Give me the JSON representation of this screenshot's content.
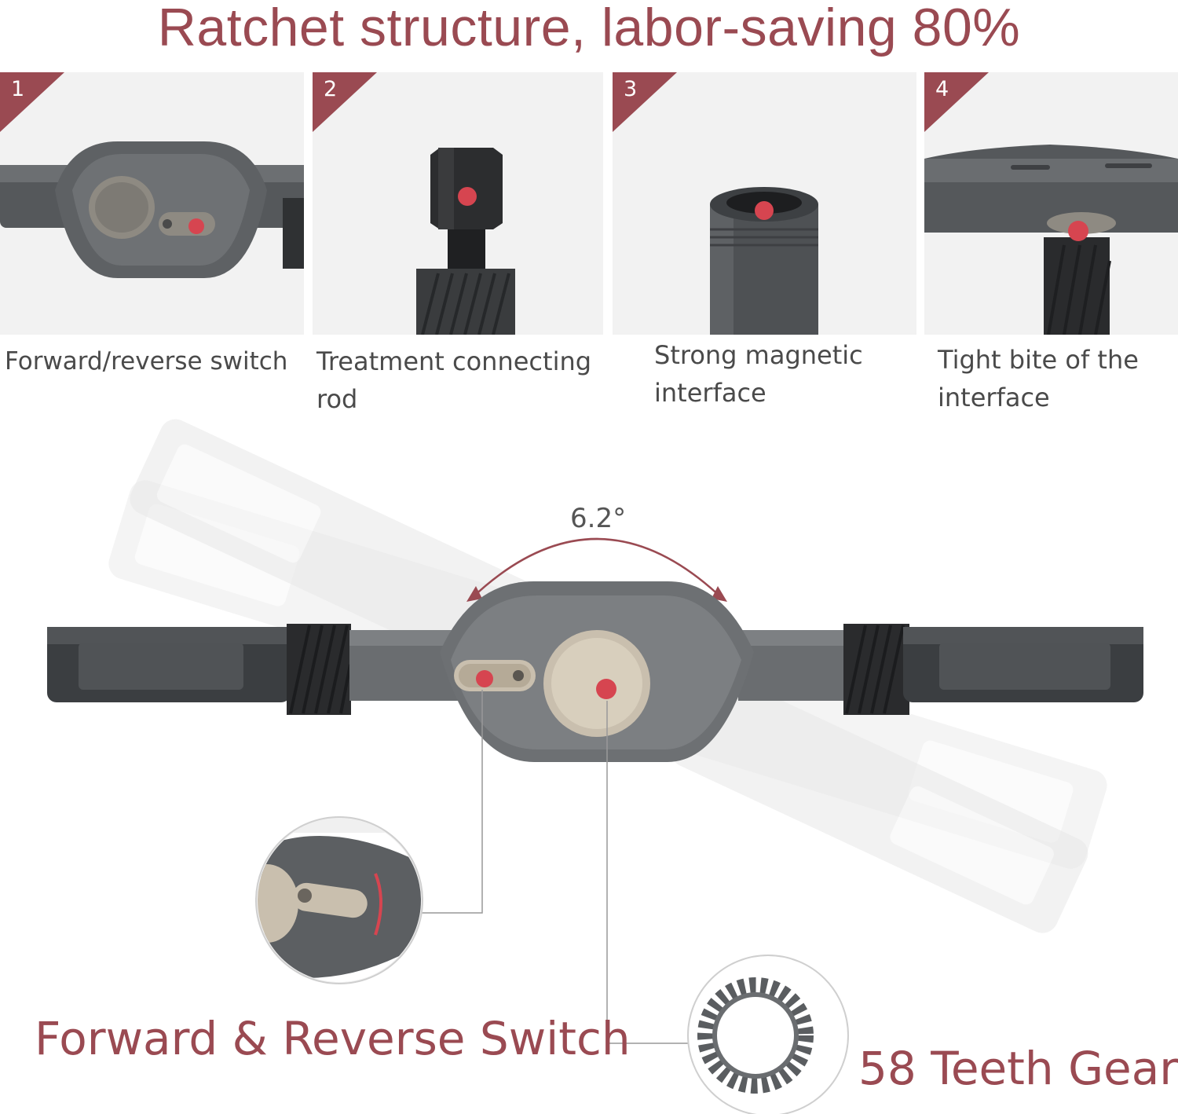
{
  "title": "Ratchet structure, labor-saving 80%",
  "colors": {
    "accent": "#9a4a52",
    "marker": "#d64550",
    "panel_bg": "#f2f2f2",
    "metal": "#5b5e61"
  },
  "panels": [
    {
      "number": "1",
      "caption": "Forward/reverse switch"
    },
    {
      "number": "2",
      "caption": "Treatment connecting rod"
    },
    {
      "number": "3",
      "caption": "Strong magnetic interface"
    },
    {
      "number": "4",
      "caption": "Tight bite of the interface"
    }
  ],
  "angle_label": "6.2°",
  "callouts": {
    "switch": "Forward & Reverse Switch",
    "gear": "58 Teeth Gear"
  }
}
